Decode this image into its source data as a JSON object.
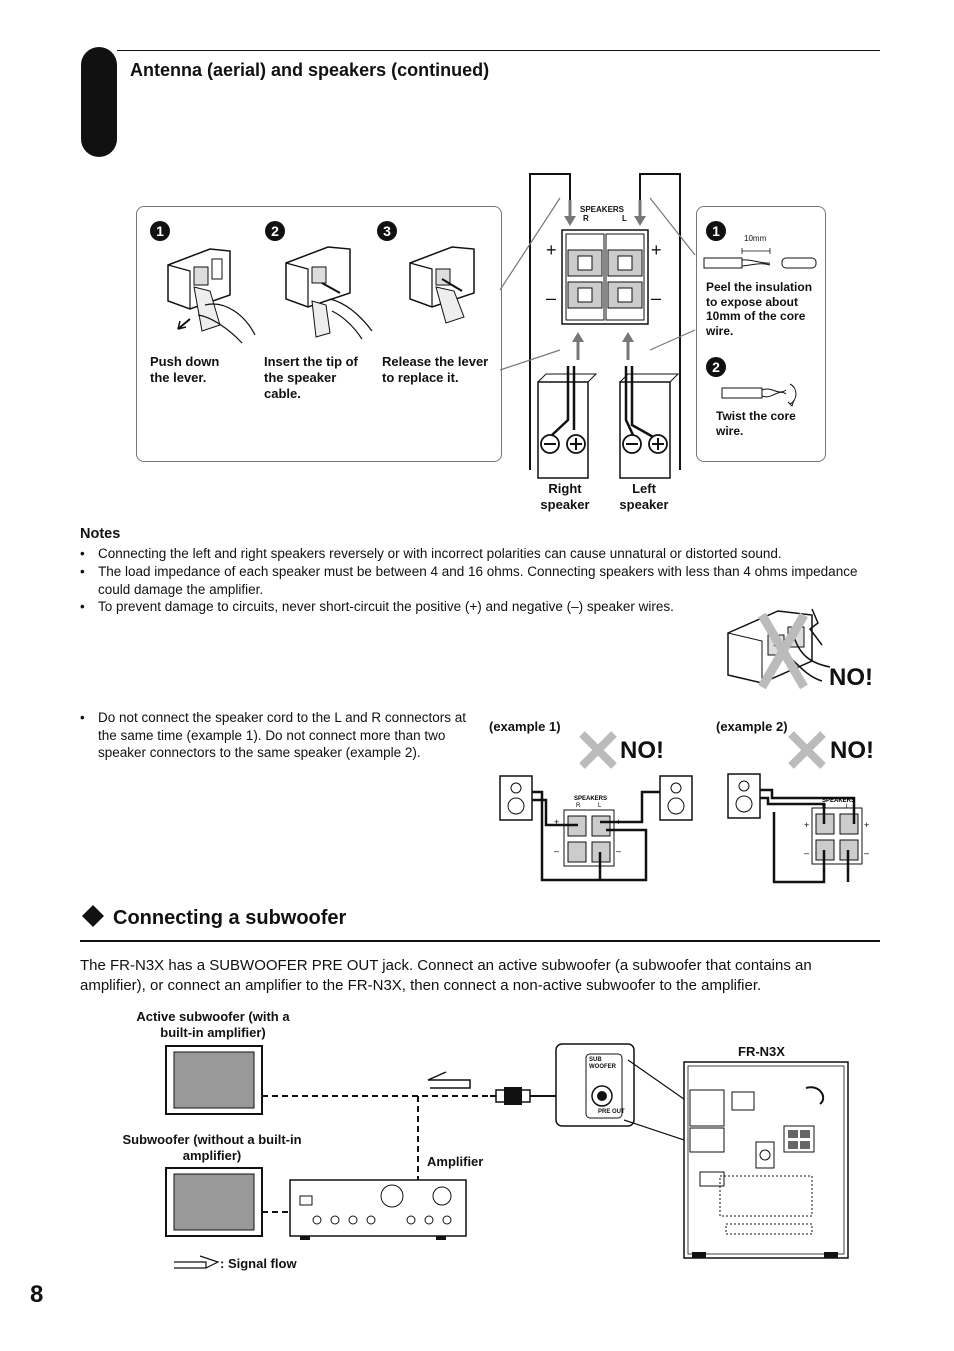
{
  "header": {
    "section_title": "Antenna (aerial) and speakers (continued)"
  },
  "steps_box": {
    "step1_num": "1",
    "step2_num": "2",
    "step3_num": "3",
    "step1_text": "Push down the lever.",
    "step2_text": "Insert the tip of the speaker cable.",
    "step3_text": "Release the lever to replace it."
  },
  "speaker_panel": {
    "label_speakers": "SPEAKERS",
    "label_r": "R",
    "label_l": "L",
    "plus": "+",
    "minus": "–",
    "right_speaker": "Right speaker",
    "left_speaker": "Left speaker"
  },
  "wire_box": {
    "step1_num": "1",
    "step2_num": "2",
    "measure": "10mm",
    "step1_text": "Peel the insulation to expose about 10mm of the core wire.",
    "step2_text": "Twist the core wire."
  },
  "notes": {
    "heading": "Notes",
    "items": [
      "Connecting the left and right speakers reversely or with incorrect polarities can cause unnatural or distorted sound.",
      "The load impedance of each speaker must be between 4 and 16 ohms. Connecting speakers with less than 4 ohms impedance could damage the amplifier.",
      "To prevent damage to circuits, never short-circuit the positive (+) and negative (–) speaker wires.",
      "Do not connect the speaker cord to the L and R connectors at the same time (example 1). Do not connect more than two speaker connectors to the same speaker (example 2)."
    ],
    "no_label": "NO!",
    "example1": "(example 1)",
    "example2": "(example 2)"
  },
  "subwoofer": {
    "title": "Connecting a subwoofer",
    "intro": "The FR-N3X has a SUBWOOFER PRE OUT jack. Connect an active subwoofer (a subwoofer that contains an amplifier), or connect an amplifier to the FR-N3X, then connect a non-active subwoofer to the amplifier.",
    "active_sub": "Active subwoofer (with a built-in amplifier)",
    "passive_sub": "Subwoofer (without a built-in amplifier)",
    "amplifier": "Amplifier",
    "unit_name": "FR-N3X",
    "jack_sub": "SUB WOOFER",
    "jack_preout": "PRE OUT",
    "signal_flow": ": Signal flow"
  },
  "page_number": "8"
}
